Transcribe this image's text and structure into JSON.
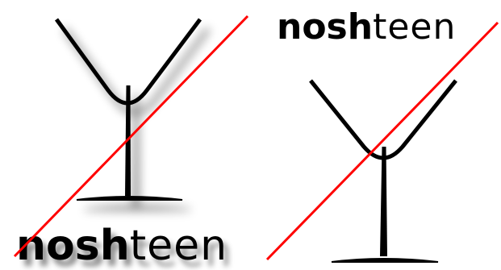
{
  "logo_left": {
    "wordmark_bold": "nosh",
    "wordmark_light": "teen",
    "has_drop_shadow": true,
    "crossed_out": true
  },
  "logo_right": {
    "wordmark_bold": "nosh",
    "wordmark_light": "teen",
    "has_drop_shadow": false,
    "crossed_out": true
  },
  "colors": {
    "ink": "#000000",
    "strike": "#ff0000",
    "background": "#ffffff",
    "shadow": "rgba(0,0,0,0.45)"
  },
  "icons": [
    "martini-glass-icon",
    "martini-glass-icon"
  ]
}
